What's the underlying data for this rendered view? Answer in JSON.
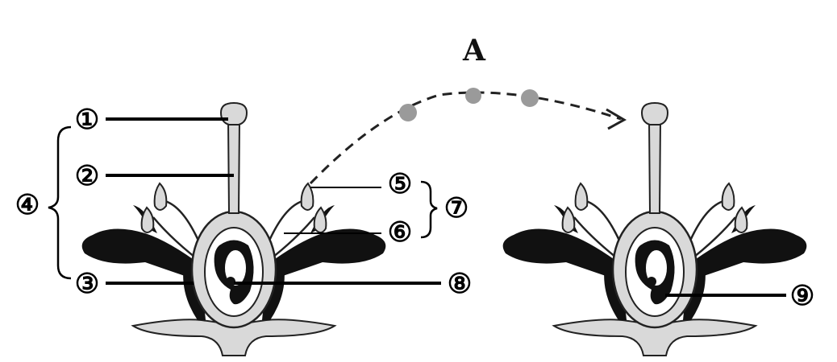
{
  "title": "A",
  "labels": {
    "l1": "①",
    "l2": "②",
    "l3": "③",
    "l4": "④",
    "l5": "⑤",
    "l6": "⑥",
    "l7": "⑦",
    "l8": "⑧",
    "l9": "⑨"
  },
  "colors": {
    "tissue": "#d9d9d9",
    "dark": "#111111",
    "pollen": "#9a9a9a",
    "outline": "#222222"
  }
}
